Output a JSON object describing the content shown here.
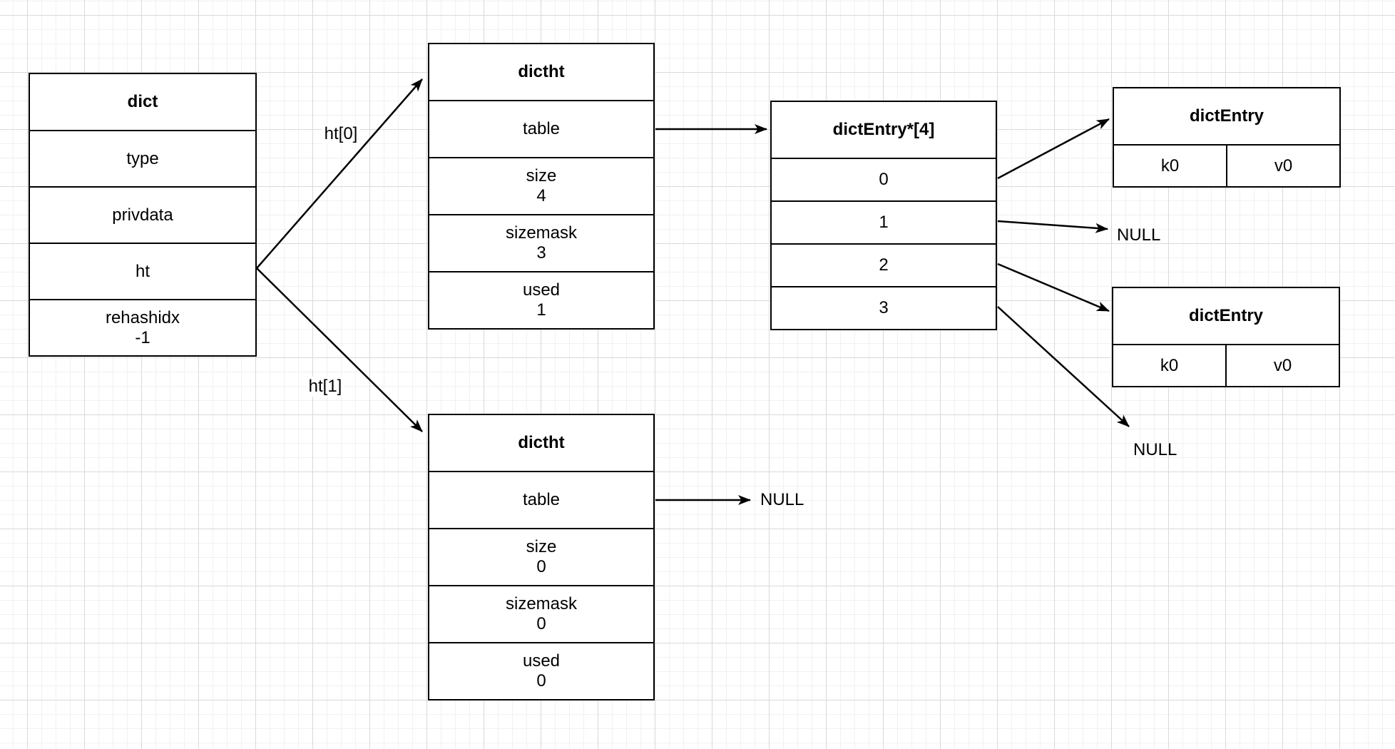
{
  "canvas": {
    "background": "#ffffff",
    "grid_minor_color": "#f1f1f1",
    "grid_major_color": "#d9d9d9",
    "shape_stroke_color": "#000000",
    "text_color": "#000000"
  },
  "nodes": {
    "dict": {
      "title": "dict",
      "rows": [
        {
          "label": "type"
        },
        {
          "label": "privdata"
        },
        {
          "label": "ht"
        },
        {
          "label": "rehashidx",
          "value": "-1"
        }
      ]
    },
    "dictht0": {
      "title": "dictht",
      "rows": [
        {
          "label": "table"
        },
        {
          "label": "size",
          "value": "4"
        },
        {
          "label": "sizemask",
          "value": "3"
        },
        {
          "label": "used",
          "value": "1"
        }
      ]
    },
    "dictht1": {
      "title": "dictht",
      "rows": [
        {
          "label": "table"
        },
        {
          "label": "size",
          "value": "0"
        },
        {
          "label": "sizemask",
          "value": "0"
        },
        {
          "label": "used",
          "value": "0"
        }
      ]
    },
    "bucket_array": {
      "title": "dictEntry*[4]",
      "rows": [
        {
          "label": "0"
        },
        {
          "label": "1"
        },
        {
          "label": "2"
        },
        {
          "label": "3"
        }
      ]
    },
    "entry0": {
      "title": "dictEntry",
      "key": "k0",
      "value": "v0"
    },
    "entry2": {
      "title": "dictEntry",
      "key": "k0",
      "value": "v0"
    }
  },
  "edge_labels": {
    "ht0": "ht[0]",
    "ht1": "ht[1]"
  },
  "null_labels": {
    "bucket1": "NULL",
    "bucket3": "NULL",
    "table1": "NULL"
  }
}
